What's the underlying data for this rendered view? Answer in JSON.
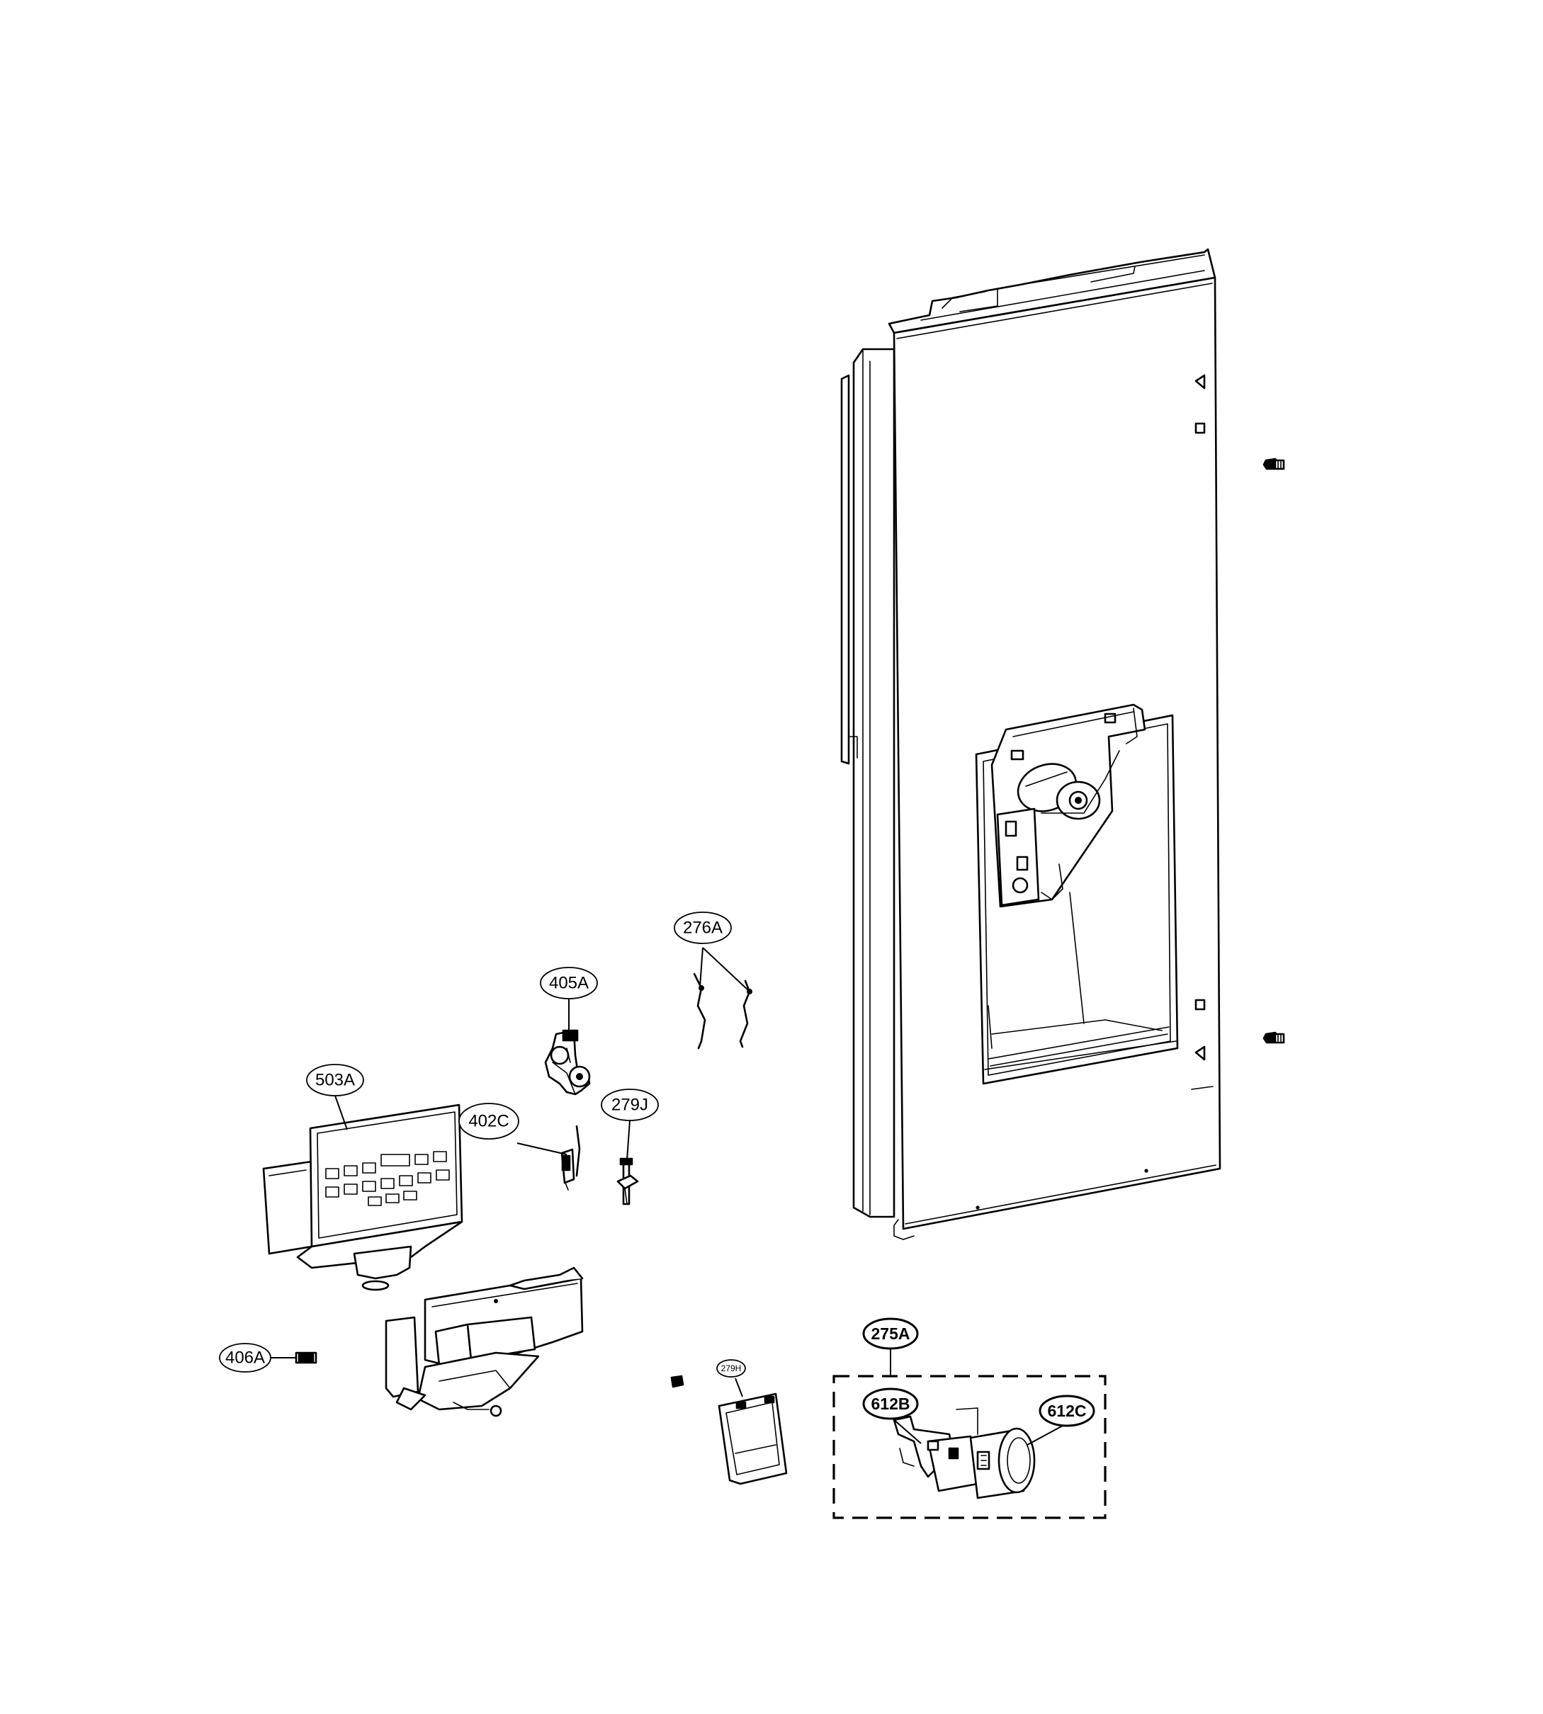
{
  "callouts": {
    "c276A": "276A",
    "c405A": "405A",
    "c503A": "503A",
    "c402C": "402C",
    "c279J": "279J",
    "c406A": "406A",
    "c279H": "279H",
    "c275A": "275A",
    "c612B": "612B",
    "c612C": "612C"
  },
  "callout_style": {
    "bold": [
      "275A",
      "612B",
      "612C"
    ]
  }
}
